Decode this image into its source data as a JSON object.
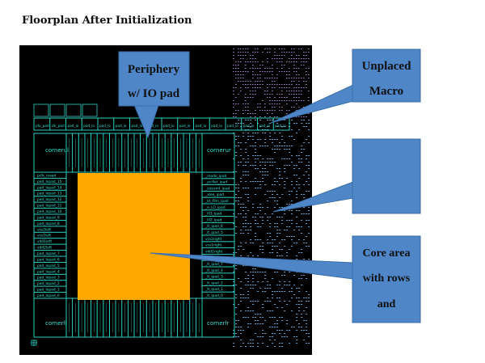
{
  "title": "Floorplan After Initialization",
  "callouts": {
    "periphery": [
      "Periphery",
      "w/ IO pad"
    ],
    "macro": [
      "Unplaced",
      "Macro"
    ],
    "empty": [],
    "core": [
      "Core area",
      "with rows",
      "and"
    ]
  },
  "corners": {
    "top_left": "cornerul",
    "top_right": "cornerur",
    "bottom_left": "cornerll",
    "bottom_right": "cornerlr"
  },
  "left_pads": [
    "pclk_ioaad",
    "pad_lopad_15",
    "pad_lopad_14",
    "pad_lopad_13",
    "pad_lopad_12",
    "pad_lopad_11",
    "pad_lopad_10",
    "pad_lopad_9",
    "pad_lopad_8",
    "vss2left",
    "vss1left",
    "vdd1left",
    "vdd2left",
    "pad_lopad_7",
    "pad_lopad_6",
    "pad_lopad_5",
    "pad_lopad_4",
    "pad_lopad_3",
    "pad_lopad_2",
    "pad_lopad_1",
    "pad_lopad_0"
  ],
  "right_pads": [
    "_mode_ipad",
    "_pcillet_ipad",
    "_istexmt_ipad",
    "_xlee_ipad",
    "_kt_Fltn_ipad",
    "_e_LO_ipad",
    "_lll3_ipad",
    "_lll2_ipad",
    "_lt_ipad_6",
    "_lt_ipad_5",
    "vss2right",
    "vss1right",
    "vdd1right",
    "vdd2right",
    "_lt_ipad_7",
    "_lt_ipad_4",
    "_lt_ipad_3",
    "_lt_ipad_2",
    "_lt_ipad_1",
    "_lt_ipad_0"
  ],
  "top_strip_pads": [
    "pfx_pad",
    "clk_pad",
    "pad_io",
    "pad_io",
    "pad_io",
    "pad_io",
    "pad_io",
    "pad_io",
    "pad_io",
    "pad_io",
    "pad_io",
    "pad_io",
    "pad_io",
    "pad_io",
    "pad_io",
    "pad_io"
  ],
  "colors": {
    "canvas": "#000000",
    "pad_line": "#2ad4c4",
    "core": "#ffa900",
    "callout_fill": "#4e86c8",
    "callout_stroke": "#3a6ea8",
    "macro_dots": "#b48ce0",
    "macro_dashes": "#6fa8d8"
  }
}
